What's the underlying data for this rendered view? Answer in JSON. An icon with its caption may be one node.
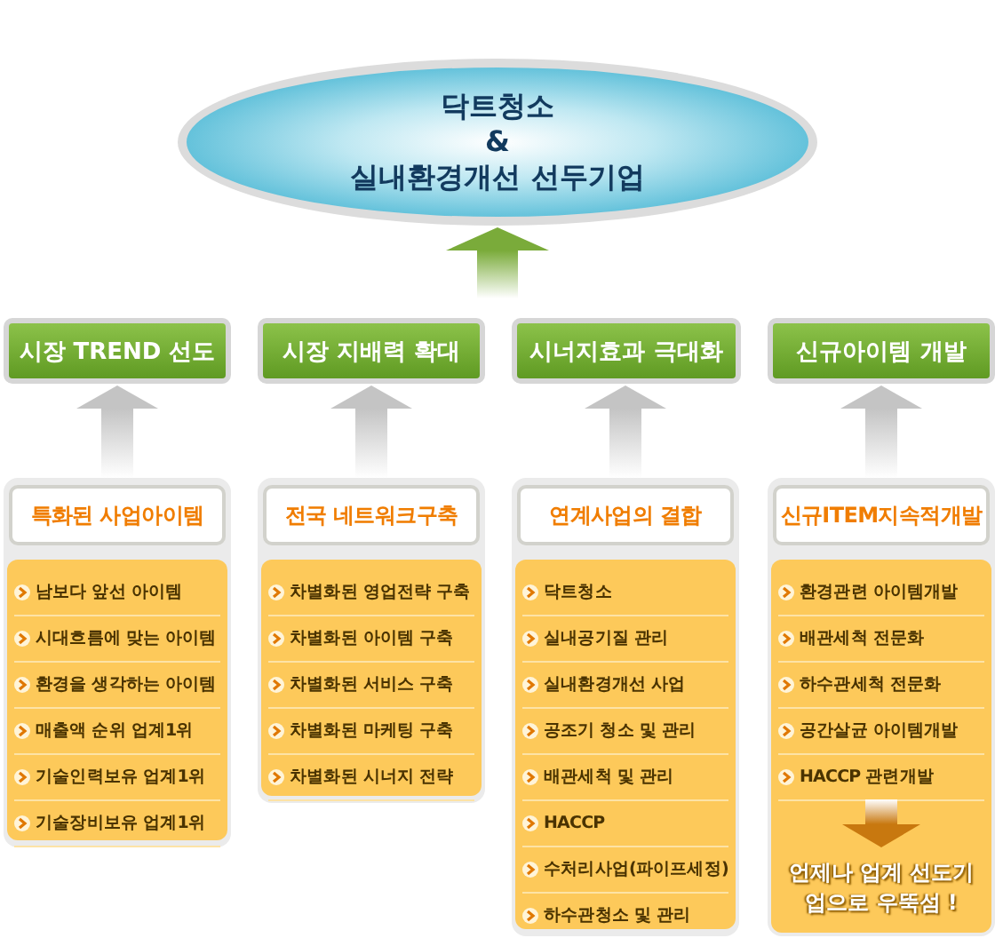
{
  "diagram": {
    "nodes": [
      {
        "text": [
          "닥트청소",
          "&",
          "실내환경개선 선두기업"
        ]
      },
      {
        "text": [
          "시장 TREND 선도"
        ]
      },
      {
        "text": [
          "시장 지배력 확대"
        ]
      },
      {
        "text": [
          "시너지효과 극대화"
        ]
      },
      {
        "text": [
          "신규아이템 개발"
        ]
      },
      {
        "text": [
          "특화된 사업아이템"
        ]
      },
      {
        "text": [
          "남보다 앞선 아이템",
          "시대흐름에 맞는 아이템",
          "환경을 생각하는 아이템",
          "매출액 순위 업계1위",
          "기술인력보유 업계1위",
          "기술장비보유 업계1위"
        ]
      },
      {
        "text": [
          "전국 네트워크구축"
        ]
      },
      {
        "text": [
          "차별화된 영업전략 구축",
          "차별화된 아이템 구축",
          "차별화된 서비스 구축",
          "차별화된 마케팅 구축",
          "차별화된 시너지 전략"
        ]
      },
      {
        "text": [
          "연계사업의 결합"
        ]
      },
      {
        "text": [
          "닥트청소",
          "실내공기질 관리",
          "실내환경개선 사업",
          "공조기 청소 및 관리",
          "배관세척 및 관리",
          "HACCP",
          "수처리사업(파이프세정)",
          "하수관청소 및 관리"
        ]
      },
      {
        "text": [
          "신규ITEM지속적개발"
        ]
      },
      {
        "text": [
          "환경관련 아이템개발",
          "배관세척 전문화",
          "하수관세척 전문화",
          "공간살균 아이템개발",
          "HACCP 관련개발"
        ]
      },
      {
        "text": [
          "언제나 업계 선도기업으로 우뚝섬 !"
        ],
        "in": 12
      }
    ],
    "edges": [
      {
        "from": null,
        "to": 0,
        "arrow": "to",
        "color": "#7aab3a"
      },
      {
        "from": 5,
        "to": 1,
        "arrow": "to"
      },
      {
        "from": 7,
        "to": 2,
        "arrow": "to"
      },
      {
        "from": 9,
        "to": 3,
        "arrow": "to"
      },
      {
        "from": 11,
        "to": 4,
        "arrow": "to"
      },
      {
        "from": null,
        "to": 13,
        "arrow": "to",
        "color": "#c8780f"
      }
    ]
  }
}
